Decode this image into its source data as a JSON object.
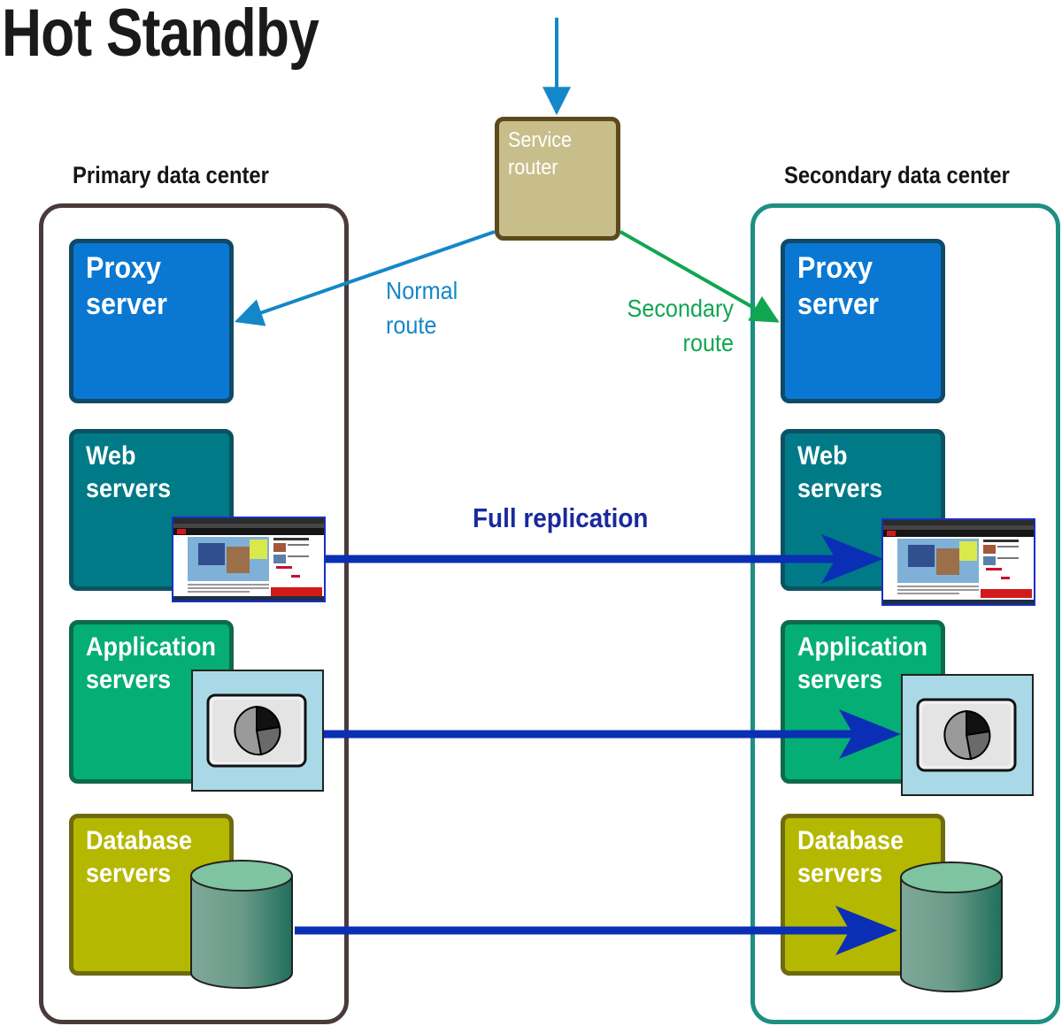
{
  "title": "Hot Standby",
  "router": {
    "label": "Service\nrouter"
  },
  "routes": {
    "normal": "Normal\nroute",
    "secondary": "Secondary\nroute"
  },
  "replication_label": "Full replication",
  "primary": {
    "label": "Primary data center",
    "proxy": "Proxy\nserver",
    "web": "Web\nservers",
    "app": "Application\nservers",
    "db": "Database\nservers"
  },
  "secondary": {
    "label": "Secondary data center",
    "proxy": "Proxy\nserver",
    "web": "Web\nservers",
    "app": "Application\nservers",
    "db": "Database\nservers"
  },
  "colors": {
    "normal_route": "#1487c8",
    "secondary_route": "#10a650",
    "replication": "#0a2fb4",
    "inbound": "#1487c8"
  }
}
